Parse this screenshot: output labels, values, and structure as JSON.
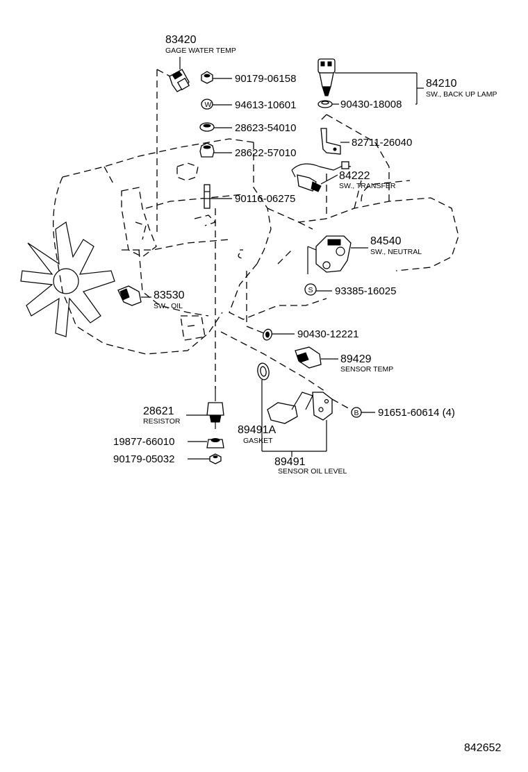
{
  "diagram_id": "842652",
  "parts": [
    {
      "number": "83420",
      "name": "GAGE WATER TEMP"
    },
    {
      "number": "90179-06158"
    },
    {
      "number": "94613-10601",
      "symbol": "W"
    },
    {
      "number": "28623-54010"
    },
    {
      "number": "28622-57010"
    },
    {
      "number": "90116-06275"
    },
    {
      "number": "84210",
      "name": "SW., BACK UP LAMP"
    },
    {
      "number": "90430-18008"
    },
    {
      "number": "82711-26040"
    },
    {
      "number": "84222",
      "name": "SW., TRANSFER"
    },
    {
      "number": "84540",
      "name": "SW., NEUTRAL"
    },
    {
      "number": "93385-16025",
      "symbol": "S"
    },
    {
      "number": "83530",
      "name": "SW., OIL"
    },
    {
      "number": "90430-12221"
    },
    {
      "number": "89429",
      "name": "SENSOR TEMP"
    },
    {
      "number": "28621",
      "name": "RESISTOR"
    },
    {
      "number": "19877-66010"
    },
    {
      "number": "90179-05032"
    },
    {
      "number": "89491A",
      "name": "GASKET"
    },
    {
      "number": "89491",
      "name": "SENSOR OIL LEVEL"
    },
    {
      "number": "91651-60614 (4)",
      "symbol": "B"
    }
  ]
}
